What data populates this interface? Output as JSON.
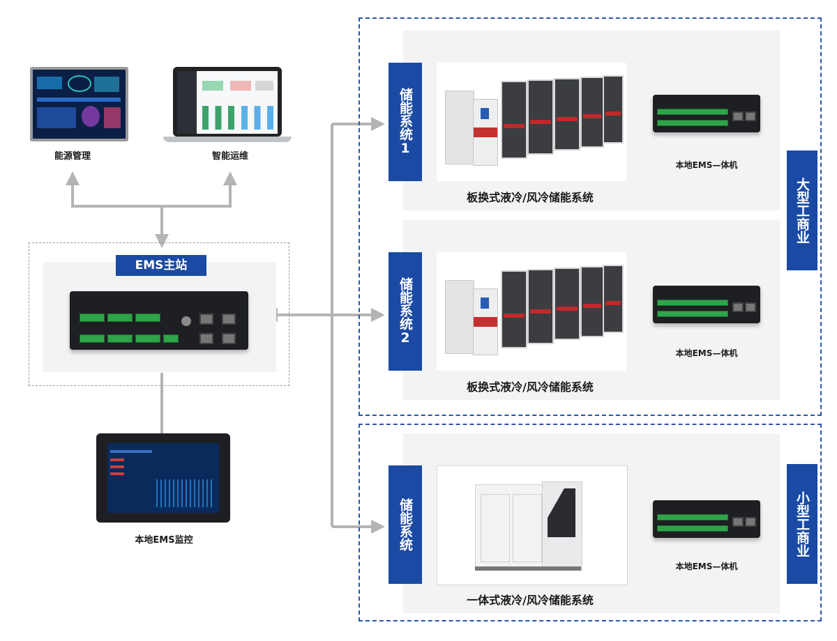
{
  "left": {
    "energy_management_label": "能源管理",
    "smart_om_label": "智能运维",
    "ems_master_label": "EMS主站",
    "local_ems_monitor_label": "本地EMS监控"
  },
  "groups": {
    "large": {
      "tag": "大型工商业"
    },
    "small": {
      "tag": "小型工商业"
    }
  },
  "systems": [
    {
      "tag": "储能系统1",
      "caption": "板换式液冷/风冷储能系统",
      "device_caption": "本地EMS—体机"
    },
    {
      "tag": "储能系统2",
      "caption": "板换式液冷/风冷储能系统",
      "device_caption": "本地EMS—体机"
    },
    {
      "tag": "储能系统",
      "caption": "一体式液冷/风冷储能系统",
      "device_caption": "本地EMS—体机"
    }
  ],
  "colors": {
    "accent_blue": "#1a4aa3",
    "dashed_border": "#2a55a8",
    "connector_gray": "#b4b4b4"
  }
}
